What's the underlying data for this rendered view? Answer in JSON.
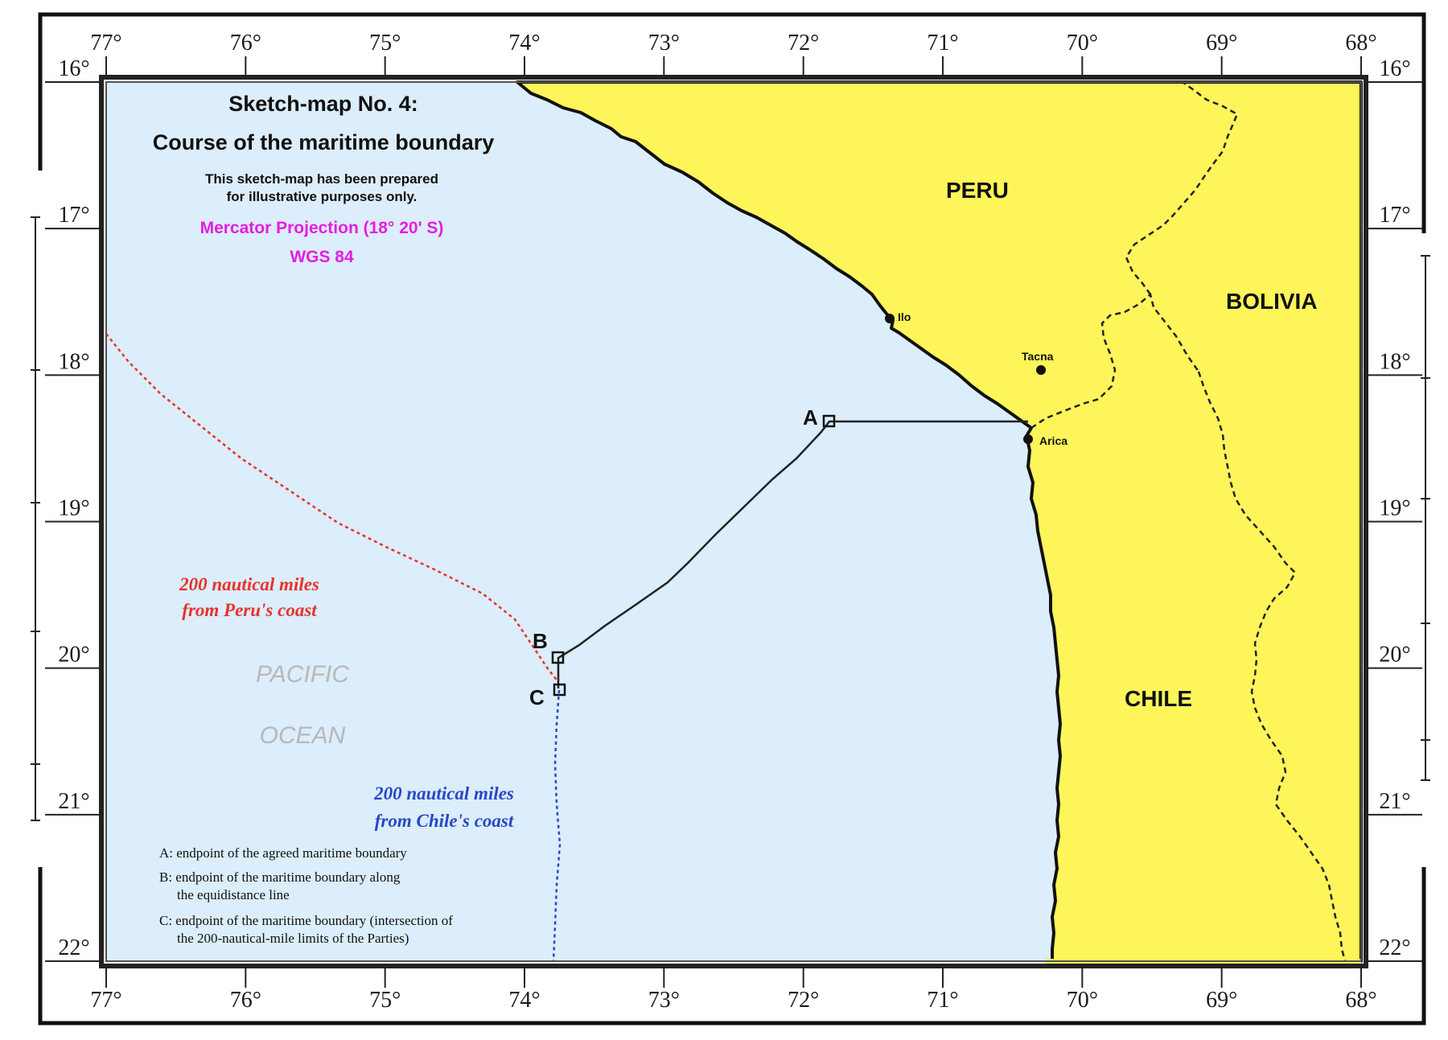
{
  "title": {
    "line1": "Sketch-map No. 4:",
    "line2": "Course of the maritime boundary"
  },
  "disclaimer": {
    "line1": "This sketch-map has been prepared",
    "line2": "for illustrative purposes only."
  },
  "projection": {
    "line1": "Mercator Projection (18° 20' S)",
    "line2": "WGS 84"
  },
  "countries": {
    "peru": "PERU",
    "bolivia": "BOLIVIA",
    "chile": "CHILE"
  },
  "ocean": {
    "line1": "PACIFIC",
    "line2": "OCEAN"
  },
  "cities": {
    "ilo": "Ilo",
    "tacna": "Tacna",
    "arica": "Arica"
  },
  "points": {
    "a": "A",
    "b": "B",
    "c": "C"
  },
  "limits": {
    "peru_line1": "200 nautical miles",
    "peru_line2": "from Peru's coast",
    "chile_line1": "200 nautical miles",
    "chile_line2": "from Chile's coast"
  },
  "legend": {
    "a": "A: endpoint of the agreed maritime boundary",
    "b_line1": "B: endpoint of the maritime boundary along",
    "b_line2": "the equidistance line",
    "c_line1": "C: endpoint of the maritime boundary (intersection of",
    "c_line2": "the 200-nautical-mile limits of the Parties)"
  },
  "longitude_ticks": [
    "77°",
    "76°",
    "75°",
    "74°",
    "73°",
    "72°",
    "71°",
    "70°",
    "69°",
    "68°"
  ],
  "latitude_ticks": [
    "16°",
    "17°",
    "18°",
    "19°",
    "20°",
    "21°",
    "22°"
  ],
  "colors": {
    "sea": "#dcedfb",
    "land": "#fdf55a",
    "peru_limit": "#e8322a",
    "chile_limit": "#2747c8",
    "projection_text": "#e61de0",
    "boundary": "#222222"
  }
}
